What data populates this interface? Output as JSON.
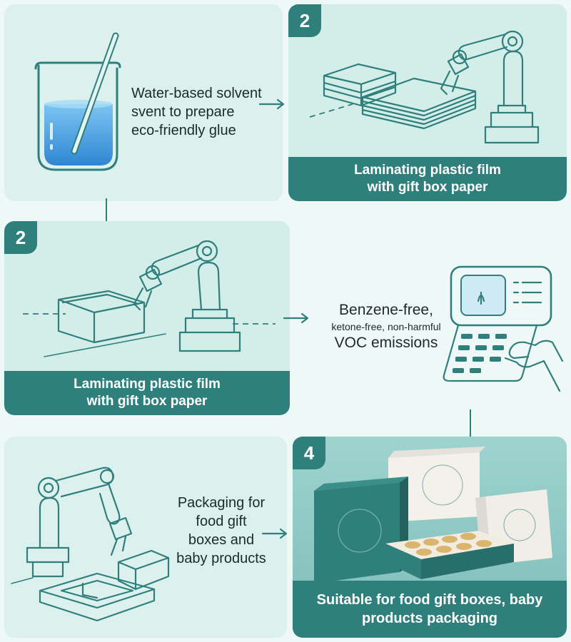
{
  "step1": {
    "caption_lines": [
      "Water-based solvent",
      "svent to prepare",
      "eco-friendly glue"
    ]
  },
  "step2a": {
    "badge": "2",
    "banner_lines": [
      "Laminating plastic film",
      "with gift box paper"
    ]
  },
  "step2b": {
    "badge": "2",
    "banner_lines": [
      "Laminating plastic film",
      "with gift box paper"
    ]
  },
  "step3": {
    "caption_lines": [
      "Benzene-free,",
      "ketone-free, non-harmful",
      "VOC emissions"
    ]
  },
  "step4a": {
    "caption_lines": [
      "Packaging for",
      "food gift",
      "boxes and",
      "baby products"
    ]
  },
  "step4b": {
    "badge": "4",
    "banner_lines": [
      "Suitable for food gift boxes, baby",
      "products packaging"
    ]
  },
  "colors": {
    "accent": "#2f7f7c",
    "panel": "#dcf1ee",
    "water": "#4aa8e6",
    "text": "#1c2a2c"
  },
  "icons": [
    "beaker-icon",
    "stirring-rod-icon",
    "robot-arm-icon",
    "paper-stack-icon",
    "open-box-icon",
    "control-panel-icon",
    "hand-icon",
    "gift-box-icon",
    "arrow-right-icon"
  ]
}
